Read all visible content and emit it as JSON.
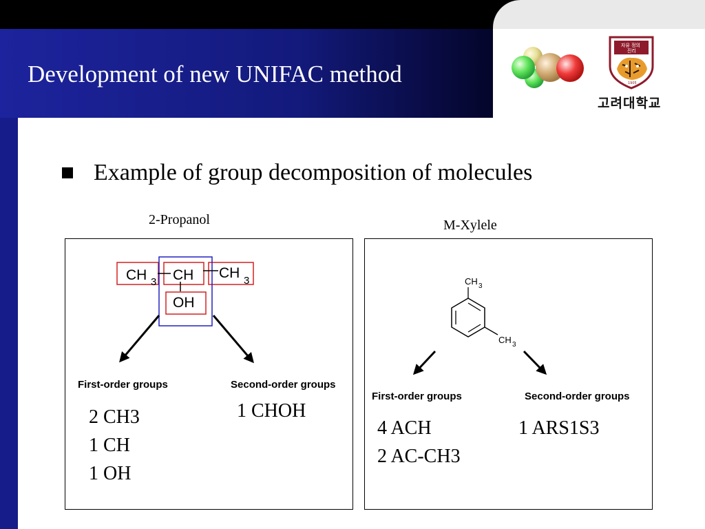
{
  "slide": {
    "title": "Development of new UNIFAC method",
    "bullet": "Example of group decomposition of molecules"
  },
  "colors": {
    "header_blue": "#161c8a",
    "group_red": "#d42020",
    "group_blue": "#2020c0"
  },
  "logos": {
    "university_name": "고려대학교",
    "seal_text": "자유 정의 진리",
    "seal_year": "1905"
  },
  "examples": [
    {
      "caption": "2-Propanol",
      "structure": {
        "ch3_left_main": "CH",
        "ch3_left_sub": "3",
        "ch": "CH",
        "ch3_right_main": "CH",
        "ch3_right_sub": "3",
        "oh": "OH"
      },
      "first_order_label": "First-order groups",
      "second_order_label": "Second-order groups",
      "first_order_groups": [
        "2 CH3",
        "1 CH",
        "1 OH"
      ],
      "second_order_groups": [
        "1 CHOH"
      ]
    },
    {
      "caption": "M-Xylele",
      "structure": {
        "ch3_top_main": "CH",
        "ch3_top_sub": "3",
        "ch3_side_main": "CH",
        "ch3_side_sub": "3"
      },
      "first_order_label": "First-order groups",
      "second_order_label": "Second-order groups",
      "first_order_groups": [
        "4 ACH",
        "2 AC-CH3"
      ],
      "second_order_groups": [
        "1 ARS1S3"
      ]
    }
  ]
}
